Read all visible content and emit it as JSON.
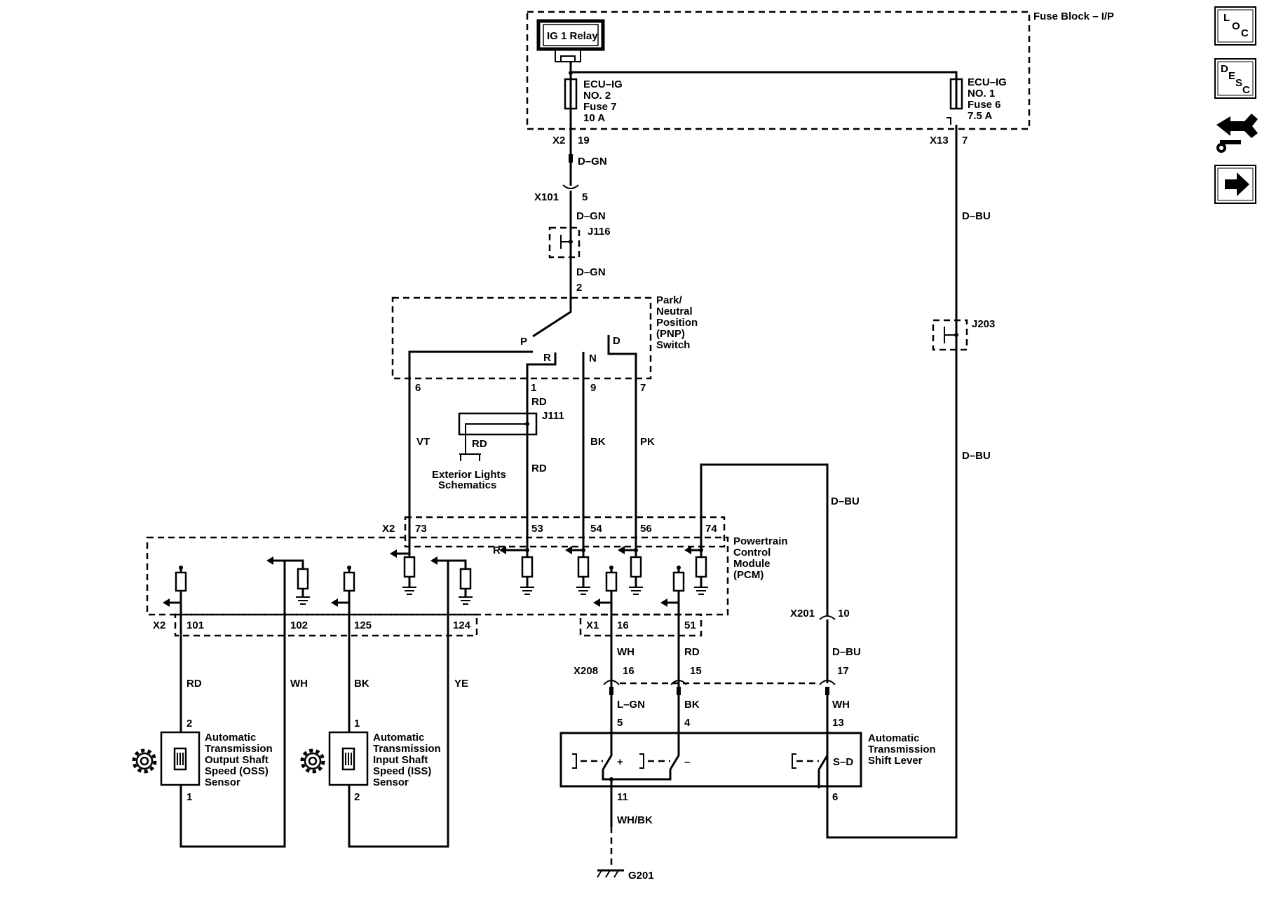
{
  "fuse_block": {
    "name": "Fuse Block – I/P",
    "relay": "IG 1 Relay",
    "fuse_left": {
      "name": "ECU–IG",
      "line2": "NO. 2",
      "line3": "Fuse 7",
      "rating": "10 A"
    },
    "fuse_right": {
      "name": "ECU–IG",
      "line2": "NO. 1",
      "line3": "Fuse 6",
      "rating": "7.5 A"
    }
  },
  "connectors": {
    "x2_top": "X2",
    "x2_top_pin": "19",
    "x13": "X13",
    "x13_pin": "7",
    "x101": "X101",
    "x101_pin": "5",
    "j116": "J116",
    "j203": "J203",
    "j111": "J111",
    "pnp_in_pin": "2",
    "pnp_pins": [
      "6",
      "1",
      "9",
      "7"
    ],
    "x2_pcm": "X2",
    "pcm_top_pins": [
      "73",
      "53",
      "54",
      "56",
      "74"
    ],
    "x2_bottom": "X2",
    "pcm_bottom_left_pins": [
      "101",
      "102",
      "125",
      "124"
    ],
    "x1": "X1",
    "pcm_bottom_right_pins": [
      "16",
      "51"
    ],
    "x201": "X201",
    "x201_pin": "10",
    "x208": "X208",
    "x208_pins": [
      "16",
      "15",
      "17"
    ],
    "shift_pins_top": [
      "5",
      "4",
      "13"
    ],
    "shift_pins_bottom": [
      "11",
      "6"
    ],
    "oss_pins": [
      "2",
      "1"
    ],
    "iss_pins": [
      "1",
      "2"
    ],
    "ground": "G201"
  },
  "wire_colors": {
    "d_gn_1": "D–GN",
    "d_gn_2": "D–GN",
    "d_gn_3": "D–GN",
    "d_bu_1": "D–BU",
    "d_bu_2": "D–BU",
    "d_bu_3": "D–BU",
    "d_bu_4": "D–BU",
    "vt": "VT",
    "rd_1": "RD",
    "rd_2": "RD",
    "rd_3": "RD",
    "bk_1": "BK",
    "pk": "PK",
    "rd_oss": "RD",
    "wh_oss": "WH",
    "bk_iss": "BK",
    "ye_iss": "YE",
    "wh_x1": "WH",
    "rd_x1": "RD",
    "l_gn": "L–GN",
    "bk_2": "BK",
    "wh_2": "WH",
    "wh_bk": "WH/BK"
  },
  "pnp_switch": {
    "label": [
      "Park/",
      "Neutral",
      "Position",
      "(PNP)",
      "Switch"
    ],
    "positions": [
      "P",
      "R",
      "N",
      "D"
    ]
  },
  "pcm": {
    "label": [
      "Powertrain",
      "Control",
      "Module",
      "(PCM)"
    ],
    "r_label": "R"
  },
  "exterior_lights": [
    "Exterior Lights",
    "Schematics"
  ],
  "oss_sensor": [
    "Automatic",
    "Transmission",
    "Output Shaft",
    "Speed (OSS)",
    "Sensor"
  ],
  "iss_sensor": [
    "Automatic",
    "Transmission",
    "Input Shaft",
    "Speed (ISS)",
    "Sensor"
  ],
  "shift_lever": {
    "label": [
      "Automatic",
      "Transmission",
      "Shift Lever"
    ],
    "plus": "+",
    "minus": "–",
    "sd": "S–D"
  },
  "side_buttons": [
    {
      "icon": "loc-icon",
      "letters": [
        "L",
        "O",
        "C"
      ]
    },
    {
      "icon": "desc-icon",
      "letters": [
        "D",
        "E",
        "S",
        "C"
      ]
    },
    {
      "icon": "connector-tool-icon"
    },
    {
      "icon": "next-arrow-icon"
    }
  ]
}
